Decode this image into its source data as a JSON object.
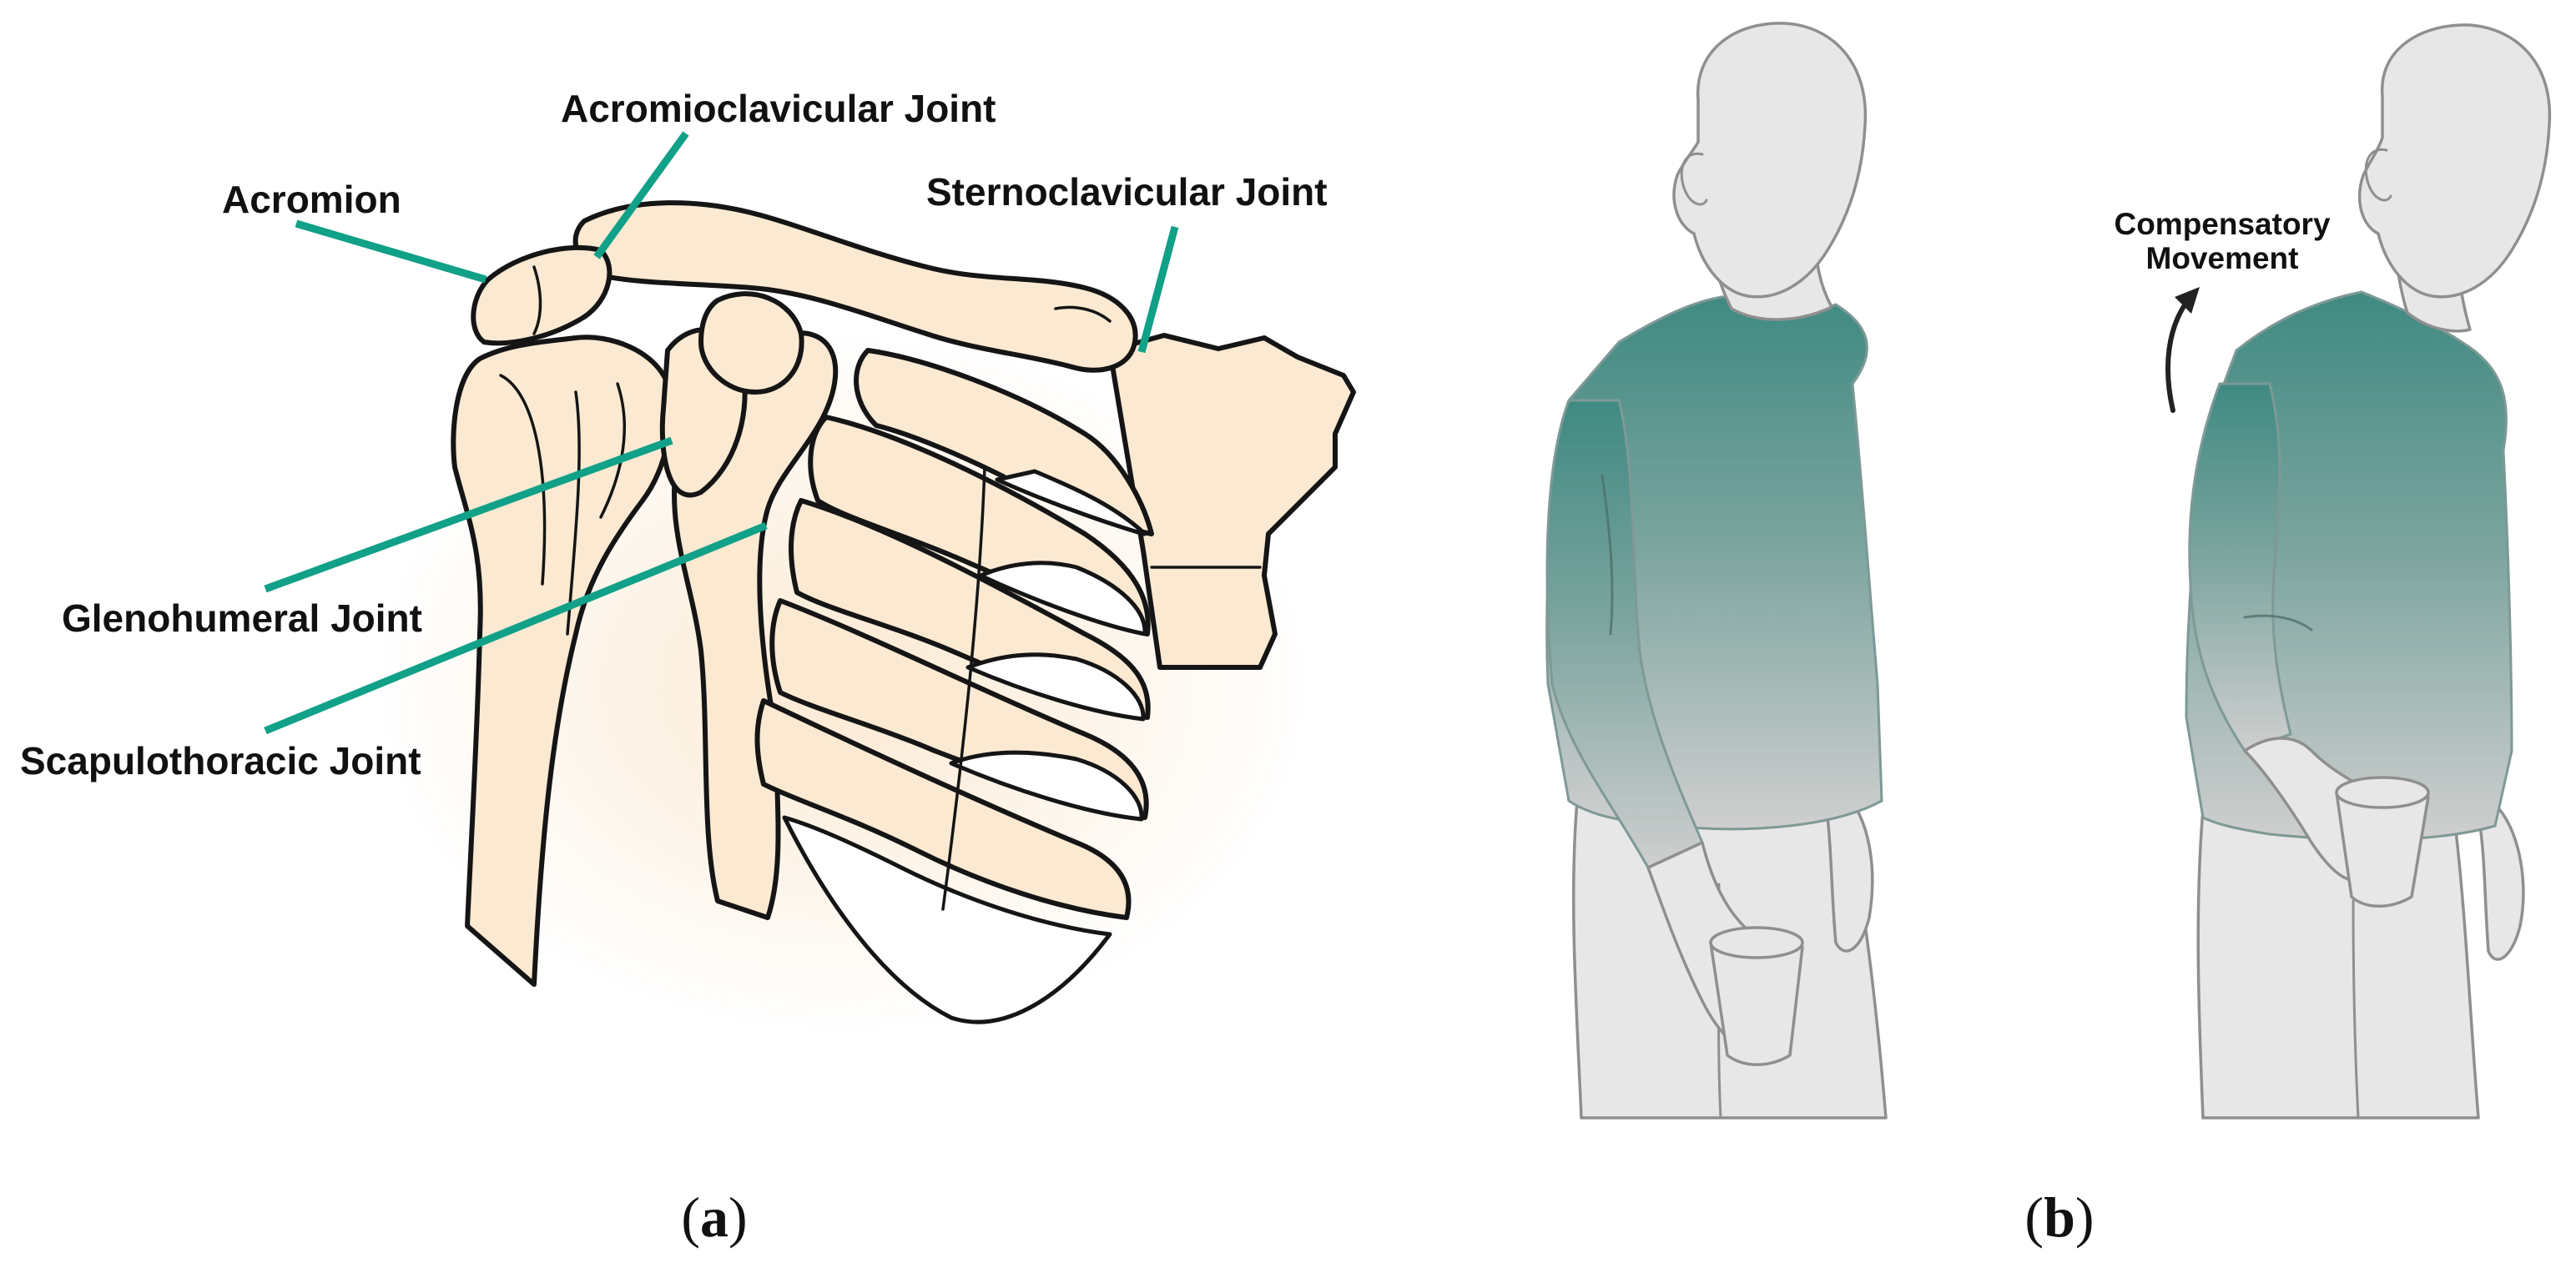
{
  "panel_a": {
    "caption": "(a)",
    "caption_letter": "a",
    "labels": {
      "acromion": "Acromion",
      "acromioclavicular": "Acromioclavicular Joint",
      "sternoclavicular": "Sternoclavicular Joint",
      "glenohumeral": "Glenohumeral Joint",
      "scapulothoracic": "Scapulothoracic Joint"
    }
  },
  "panel_b": {
    "caption": "(b)",
    "caption_letter": "b",
    "annotation_line1": "Compensatory",
    "annotation_line2": "Movement"
  },
  "colors": {
    "leader_lines": "#11a088",
    "bone_fill": "#fbe9d2",
    "shirt_top": "#3f8a82",
    "shirt_bottom": "#c9c9c9",
    "figure_fill": "#e7e7e7"
  }
}
